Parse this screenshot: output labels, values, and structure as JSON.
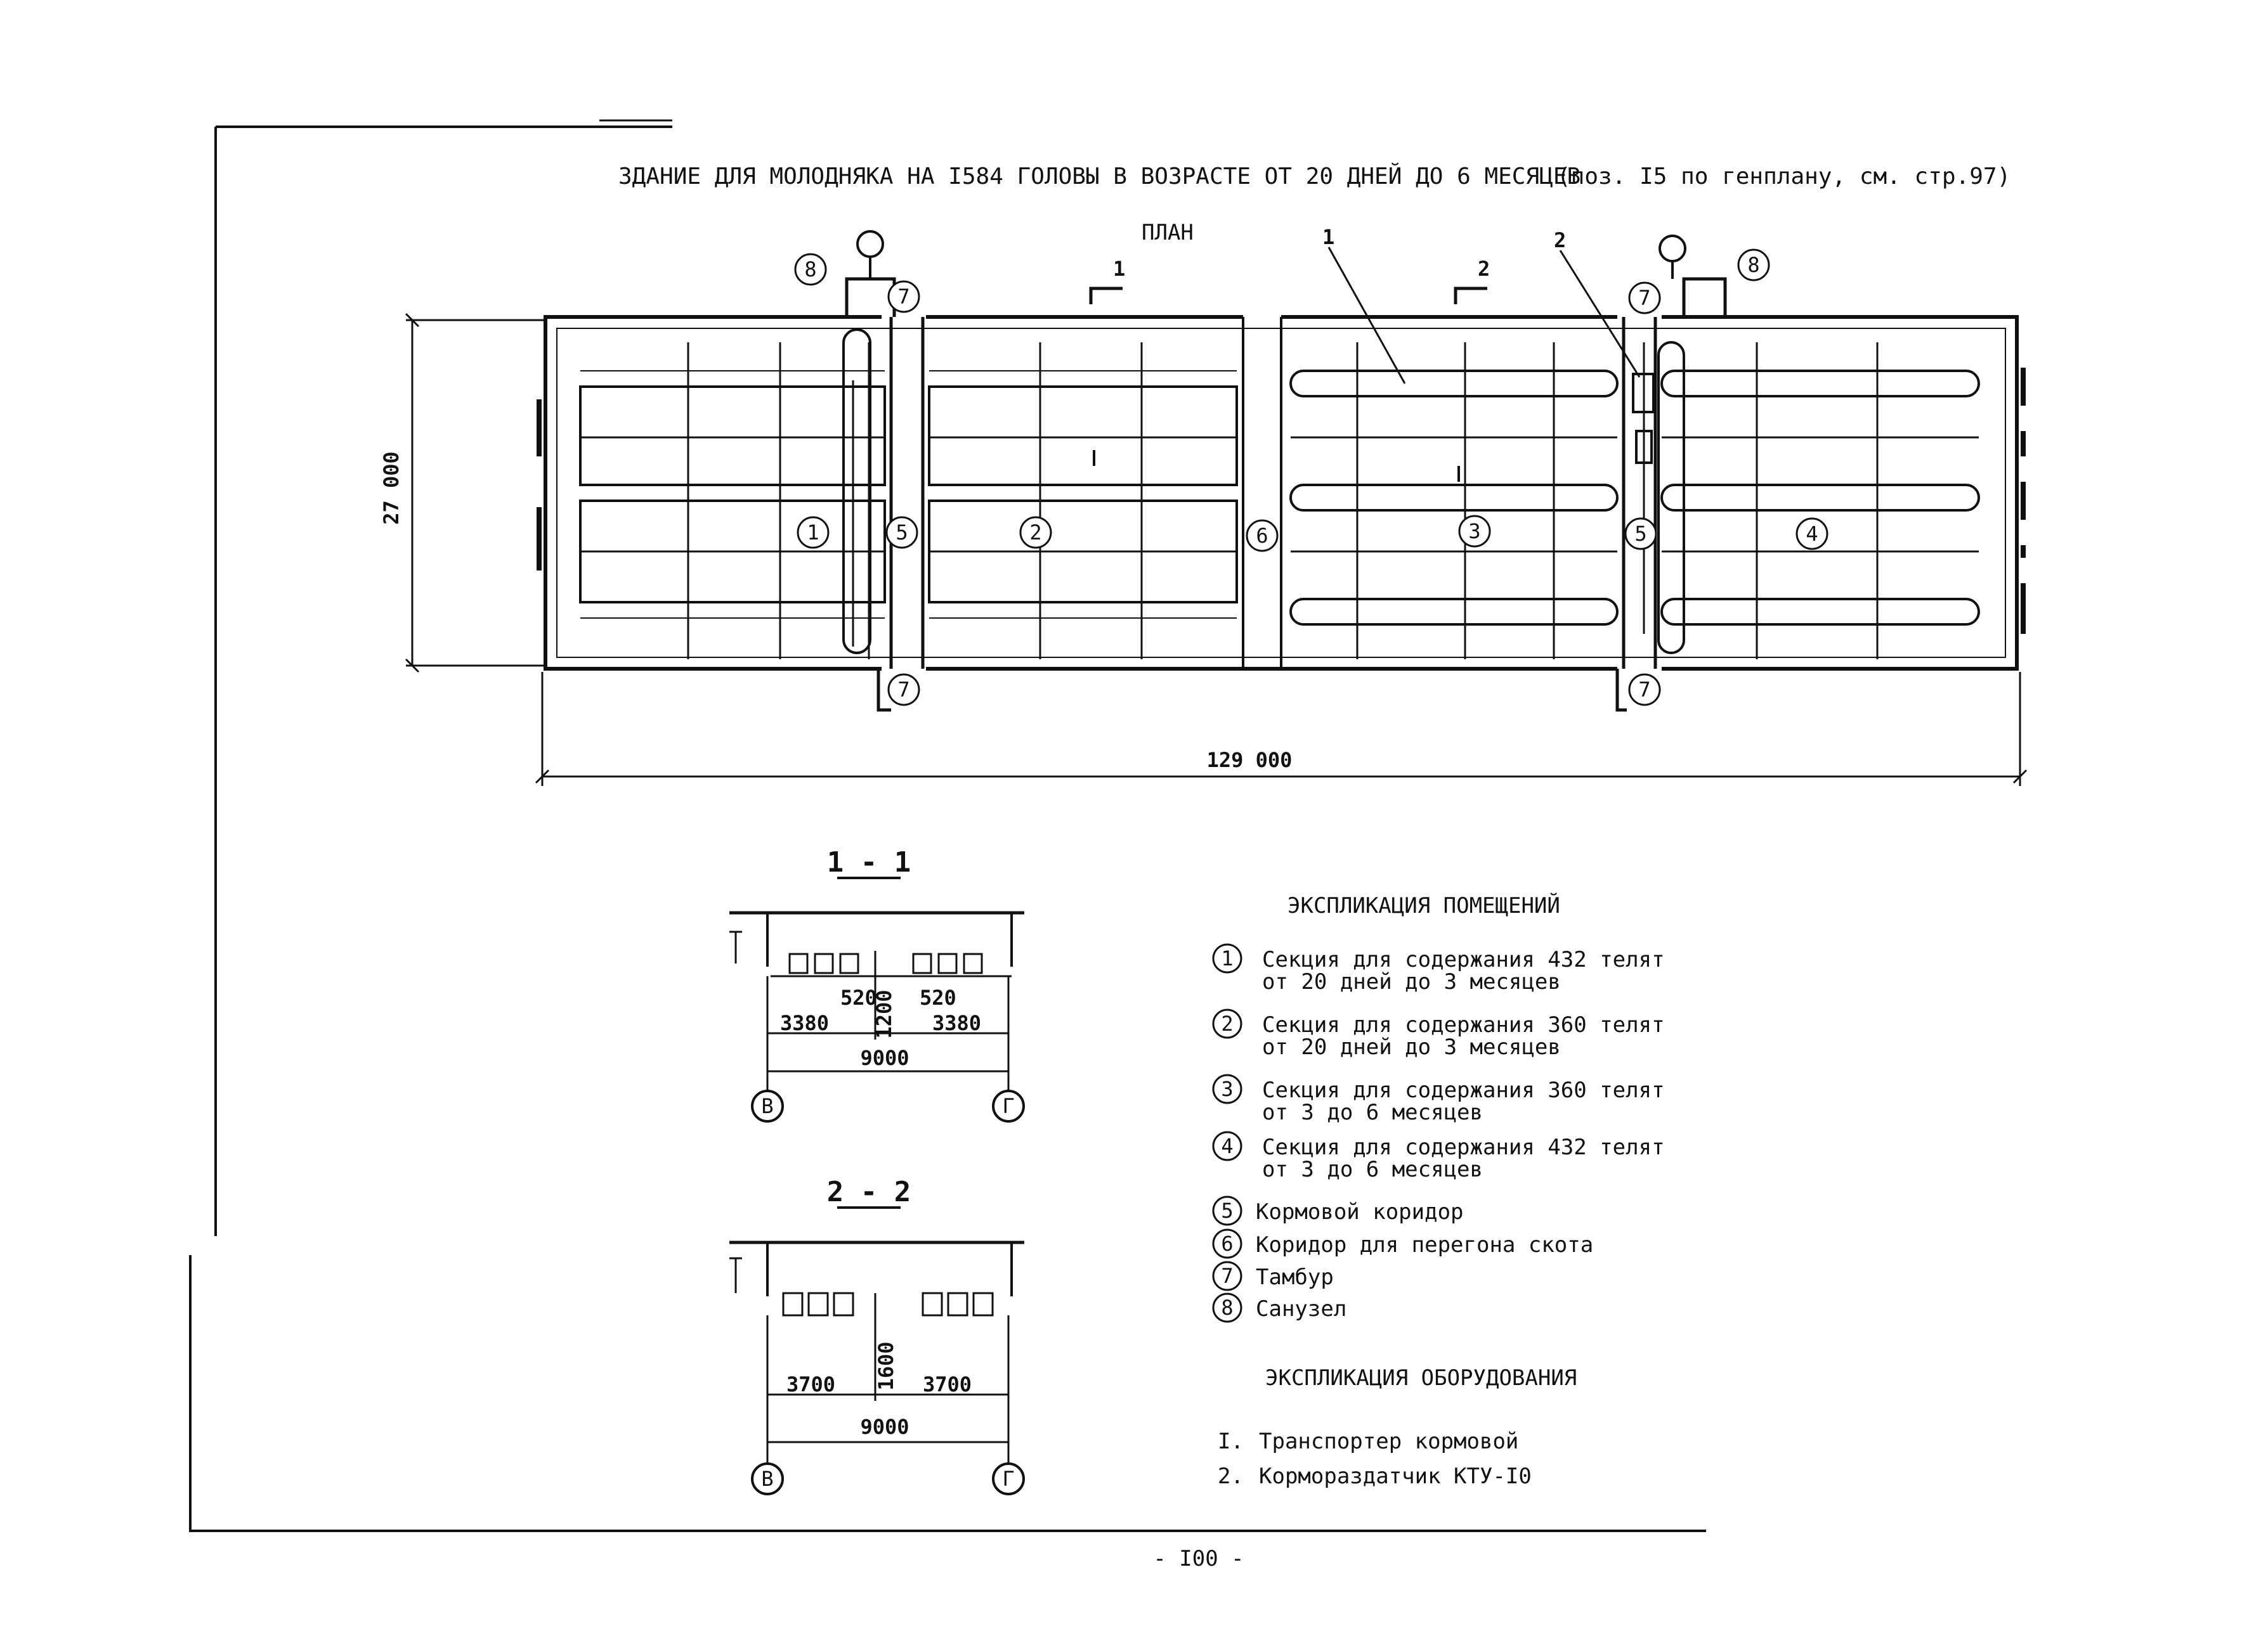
{
  "title": "ЗДАНИЕ ДЛЯ МОЛОДНЯКА НА I584 ГОЛОВЫ В ВОЗРАСТЕ ОТ 20 ДНЕЙ ДО 6 МЕСЯЦЕВ",
  "title_note": "(поз. I5 по генплану, см. стр.97)",
  "plan_label": "ПЛАН",
  "plan": {
    "dim_width": "129 000",
    "dim_height": "27 000",
    "section_marks": [
      "1",
      "2"
    ],
    "equipment_marks": [
      "1",
      "2"
    ]
  },
  "room_markers": {
    "r1": "1",
    "r2": "2",
    "r3": "3",
    "r4": "4",
    "r5": "5",
    "r6": "6",
    "r7": "7",
    "r8": "8"
  },
  "section_1_1": {
    "title": "1 - 1",
    "dims": [
      "520",
      "520",
      "1200",
      "3380",
      "3380",
      "9000"
    ],
    "axes": [
      "В",
      "Г"
    ]
  },
  "section_2_2": {
    "title": "2 - 2",
    "dims": [
      "1600",
      "3700",
      "3700",
      "9000"
    ],
    "axes": [
      "В",
      "Г"
    ]
  },
  "rooms_heading": "ЭКСПЛИКАЦИЯ ПОМЕЩЕНИЙ",
  "rooms": [
    {
      "num": "1",
      "line1": "Секция для содержания 432 телят",
      "line2": "от 20 дней до 3 месяцев"
    },
    {
      "num": "2",
      "line1": "Секция для содержания 360 телят",
      "line2": "от 20 дней до 3 месяцев"
    },
    {
      "num": "3",
      "line1": "Секция для содержания 360 телят",
      "line2": "от 3 до 6 месяцев"
    },
    {
      "num": "4",
      "line1": "Секция для содержания 432 телят",
      "line2": "от 3 до 6 месяцев"
    },
    {
      "num": "5",
      "line1": "Кормовой коридор",
      "line2": ""
    },
    {
      "num": "6",
      "line1": "Коридор для перегона скота",
      "line2": ""
    },
    {
      "num": "7",
      "line1": "Тамбур",
      "line2": ""
    },
    {
      "num": "8",
      "line1": "Санузел",
      "line2": ""
    }
  ],
  "equipment_heading": "ЭКСПЛИКАЦИЯ ОБОРУДОВАНИЯ",
  "equipment": [
    {
      "num": "I.",
      "text": "Транспортер кормовой"
    },
    {
      "num": "2.",
      "text": "Кормораздатчик КТУ-I0"
    }
  ],
  "page_number": "- I00 -"
}
